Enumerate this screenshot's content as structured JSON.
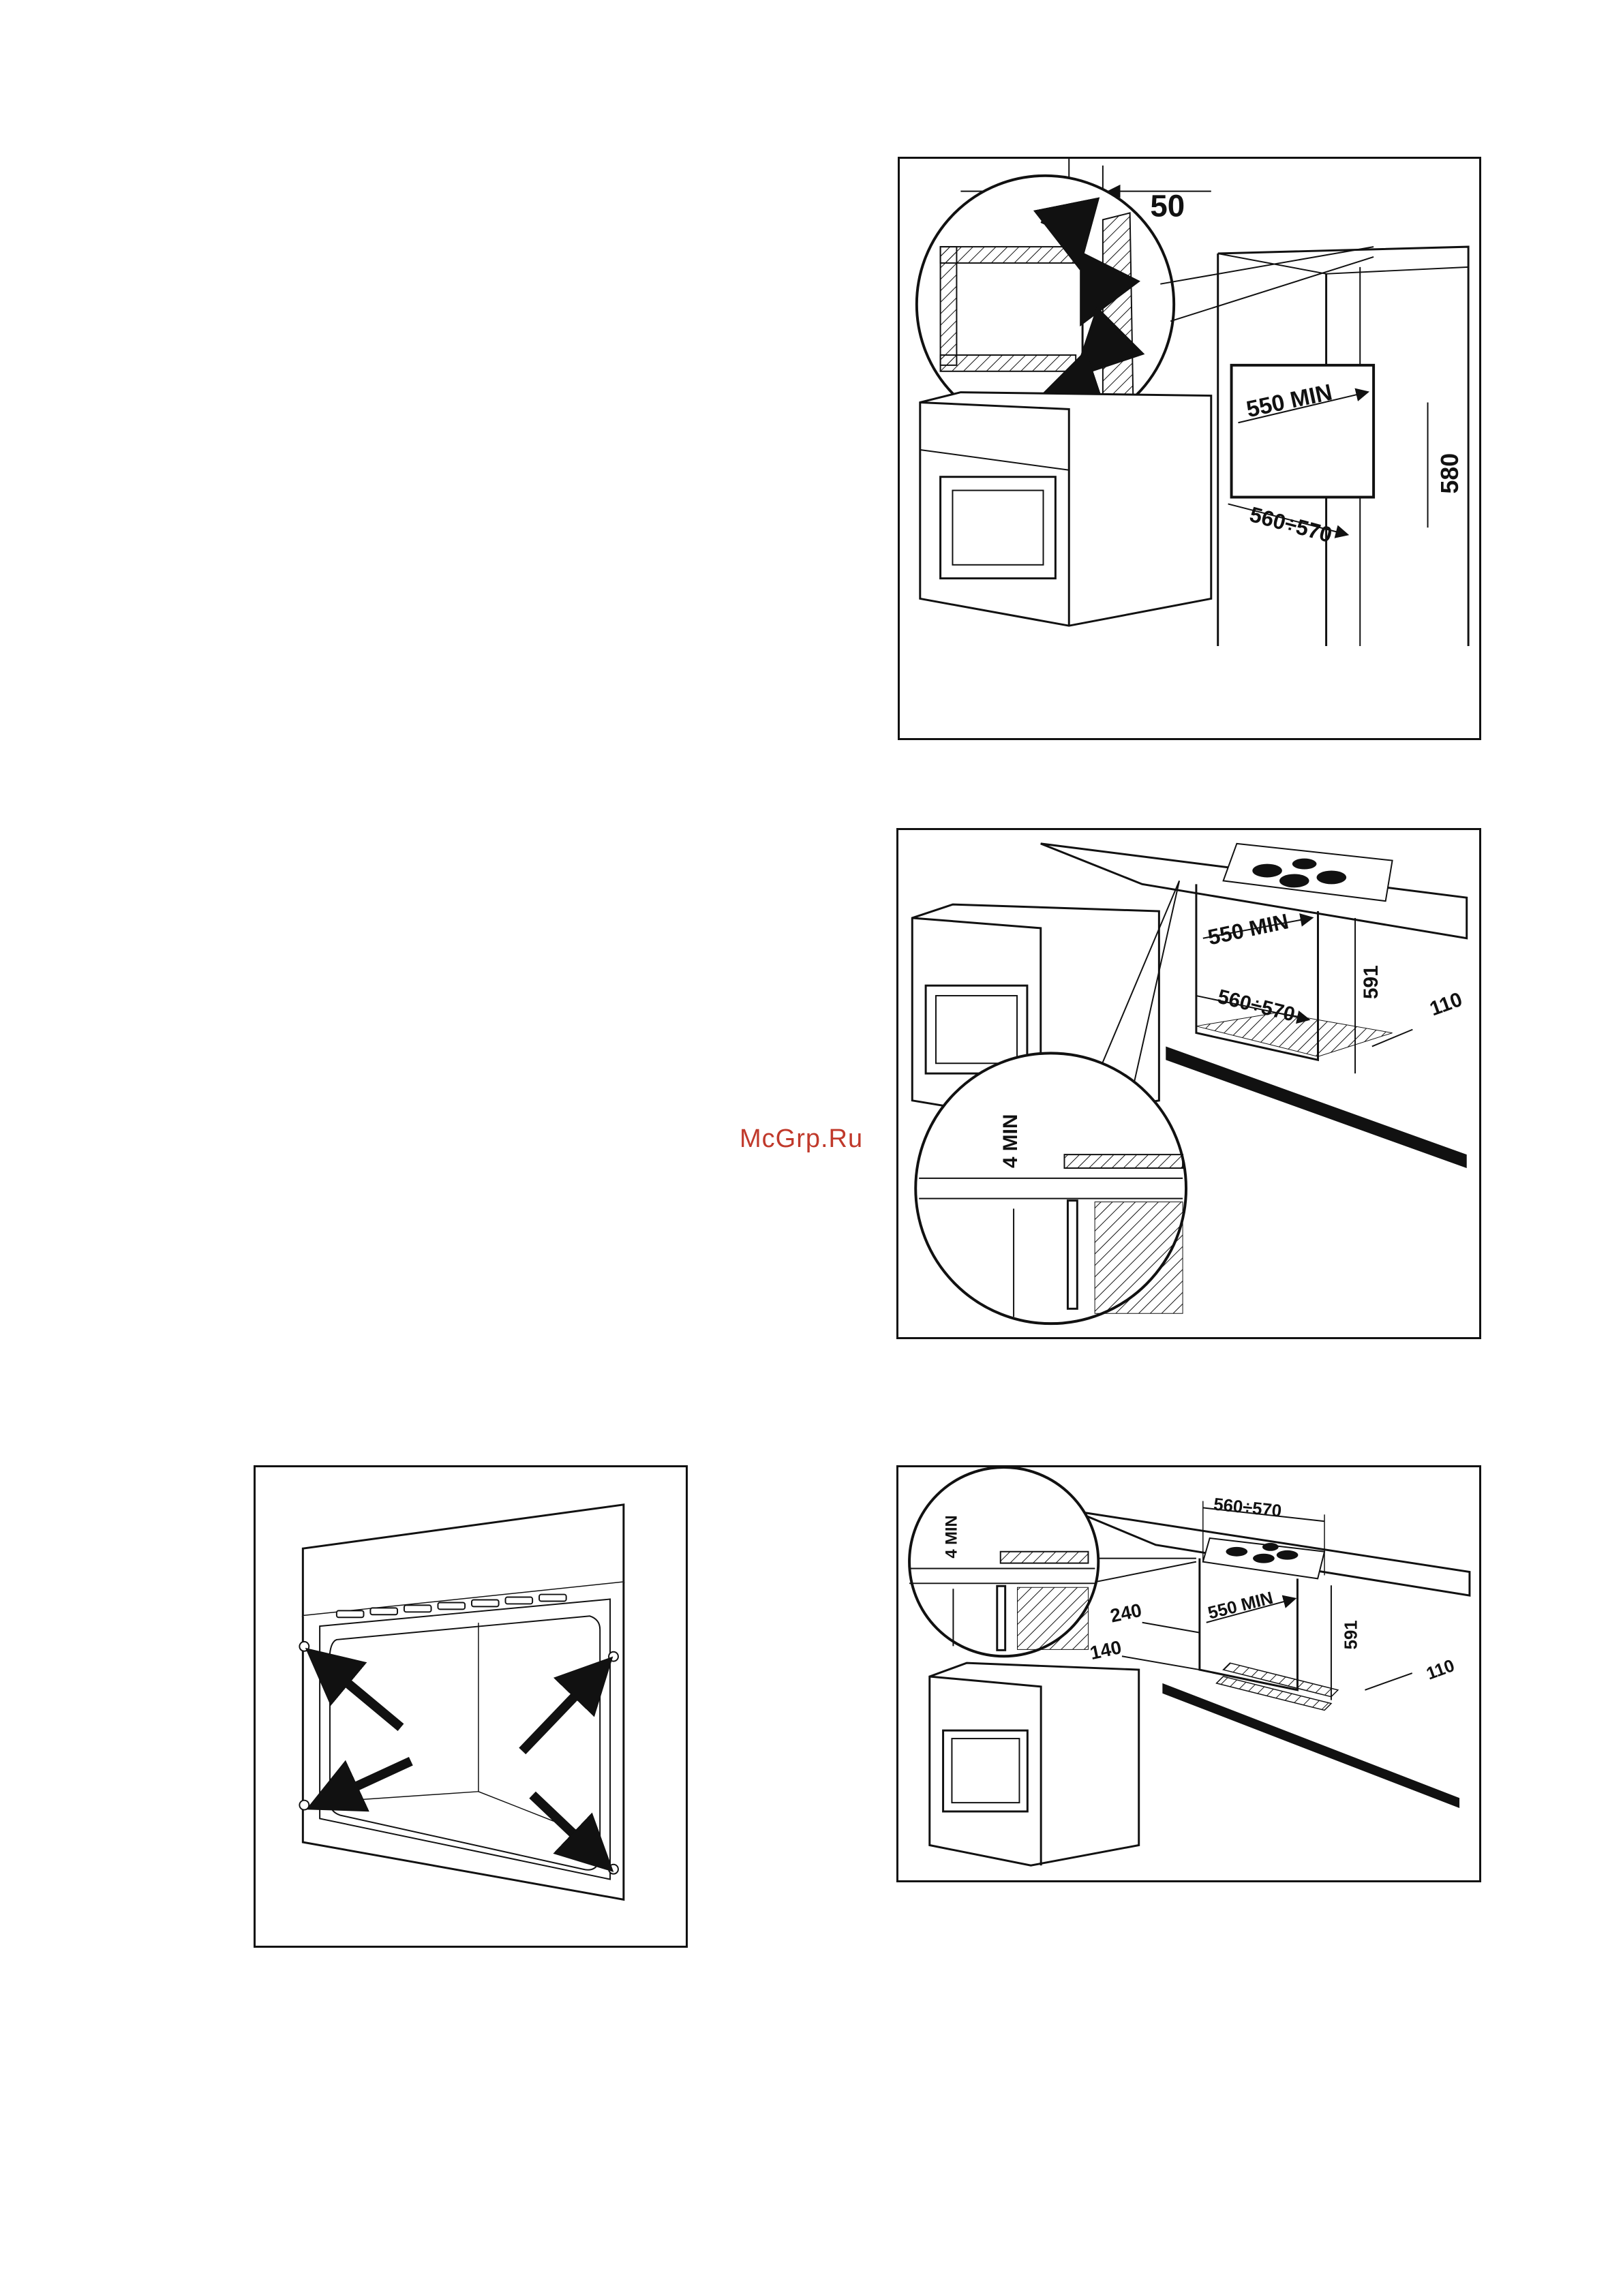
{
  "watermark": "McGrp.Ru",
  "figures": {
    "fig1": {
      "gap": "50",
      "depth": "550 MIN",
      "height": "580",
      "width": "560÷570"
    },
    "fig2": {
      "depth": "550 MIN",
      "height": "591",
      "width": "560÷570",
      "rear": "110",
      "gap": "4 MIN"
    },
    "fig3": {},
    "fig4": {
      "gap": "4 MIN",
      "width": "560÷570",
      "depth": "550 MIN",
      "height": "591",
      "side_a": "240",
      "side_b": "140",
      "rear": "110"
    }
  }
}
